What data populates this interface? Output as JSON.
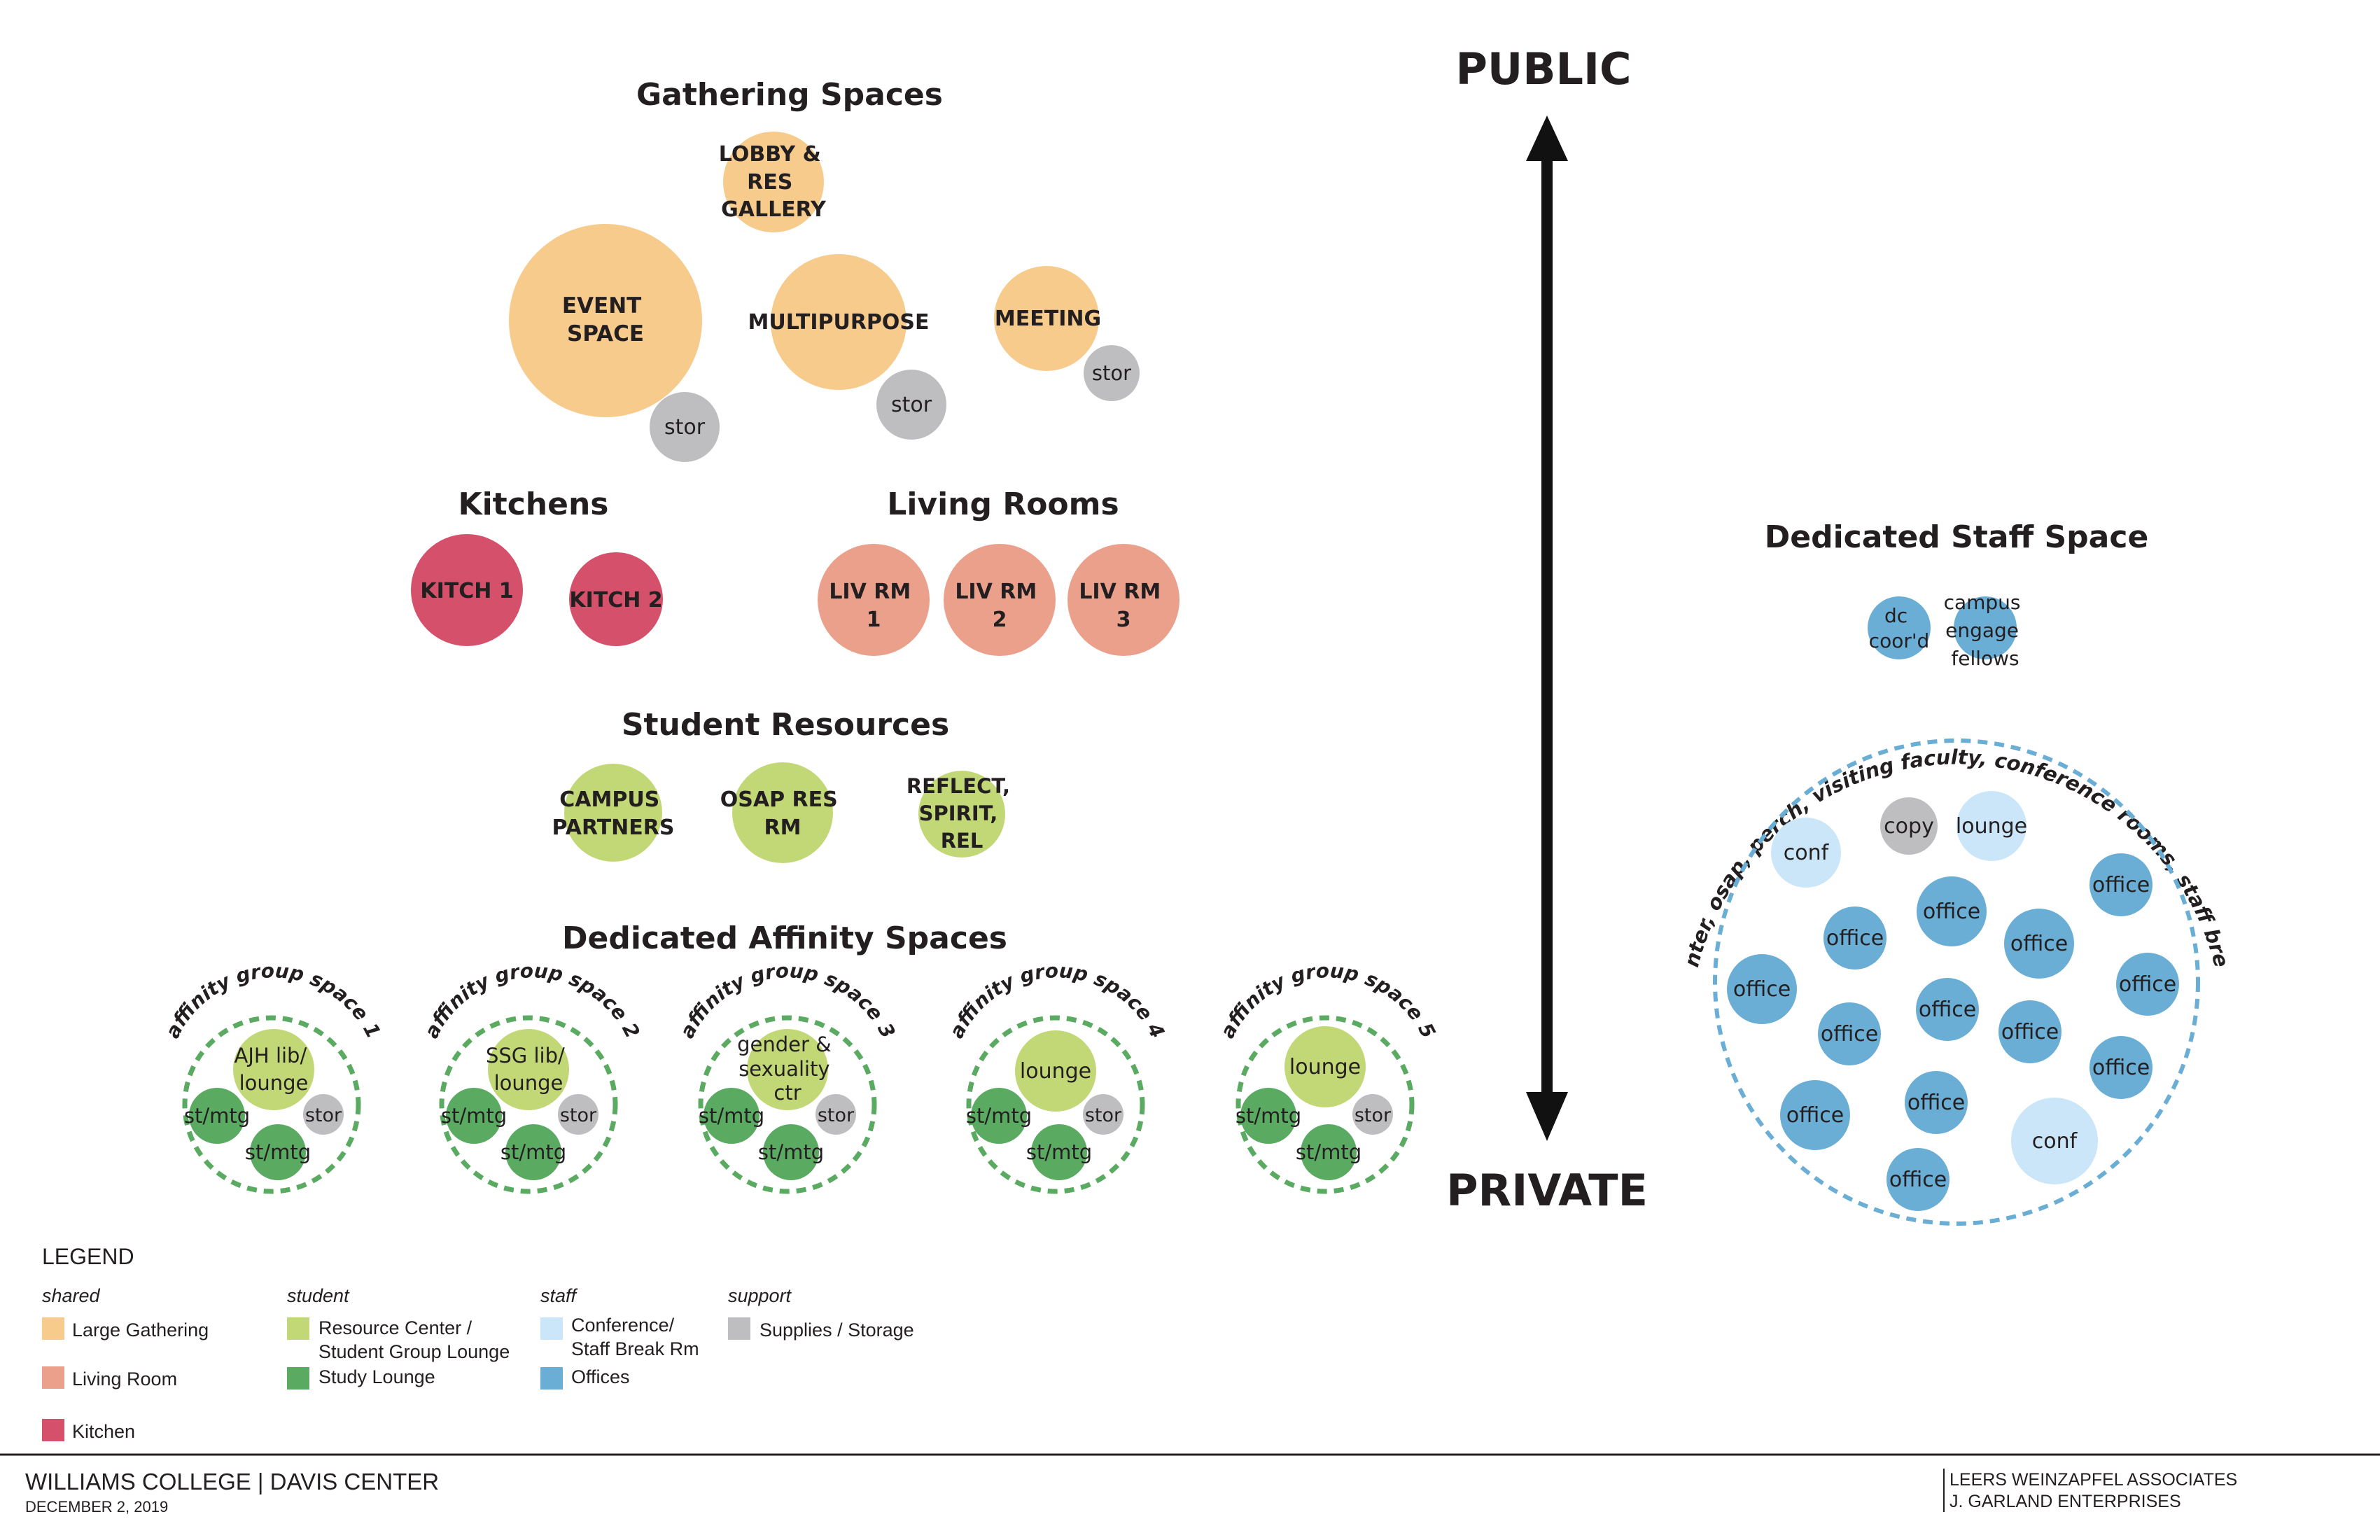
{
  "colors": {
    "large_gathering": "#f7cb8c",
    "living_room": "#eba08c",
    "kitchen": "#d5506a",
    "resource_center": "#c2d877",
    "study_lounge": "#5aaa62",
    "conference": "#cbe6f8",
    "offices": "#6aadd5",
    "storage": "#bebec0",
    "affinity_ring": "#5aaa62",
    "staff_ring": "#6aadd5"
  },
  "axis": {
    "top": "PUBLIC",
    "bottom": "PRIVATE"
  },
  "sections": {
    "gathering": "Gathering Spaces",
    "kitchens": "Kitchens",
    "living_rooms": "Living Rooms",
    "student_resources": "Student Resources",
    "affinity": "Dedicated Affinity Spaces",
    "staff": "Dedicated Staff Space"
  },
  "gathering": {
    "lobby": [
      "LOBBY &",
      "RES",
      "GALLERY"
    ],
    "event": [
      "EVENT",
      "SPACE"
    ],
    "event_stor": "stor",
    "multipurpose": "MULTIPURPOSE",
    "multipurpose_stor": "stor",
    "meeting": "MEETING",
    "meeting_stor": "stor"
  },
  "kitchens": [
    "KITCH 1",
    "KITCH 2"
  ],
  "living_rooms": [
    [
      "LIV RM",
      "1"
    ],
    [
      "LIV RM",
      "2"
    ],
    [
      "LIV RM",
      "3"
    ]
  ],
  "resources": [
    [
      "CAMPUS",
      "PARTNERS"
    ],
    [
      "OSAP RES",
      "RM"
    ],
    [
      "REFLECT,",
      "SPIRIT,",
      "REL"
    ]
  ],
  "affinity": [
    {
      "title": "affinity group space 1",
      "main": [
        "AJH lib/",
        "lounge"
      ],
      "st1": "st/mtg",
      "st2": "st/mtg",
      "stor": "stor"
    },
    {
      "title": "affinity group space 2",
      "main": [
        "SSG lib/",
        "lounge"
      ],
      "st1": "st/mtg",
      "st2": "st/mtg",
      "stor": "stor"
    },
    {
      "title": "affinity group space 3",
      "main": [
        "gender &",
        "sexuality",
        "ctr"
      ],
      "st1": "st/mtg",
      "st2": "st/mtg",
      "stor": "stor"
    },
    {
      "title": "affinity group space 4",
      "main": [
        "lounge"
      ],
      "st1": "st/mtg",
      "st2": "st/mtg",
      "stor": "stor"
    },
    {
      "title": "affinity group space 5",
      "main": [
        "lounge"
      ],
      "st1": "st/mtg",
      "st2": "st/mtg",
      "stor": "stor"
    }
  ],
  "staff": {
    "dc": [
      "dc",
      "coor'd"
    ],
    "fellows": [
      "campus",
      "engage",
      "fellows"
    ],
    "ring_title": "davis center, osap, perch, visiting faculty, conference rooms, staff break room",
    "conf": "conf",
    "copy": "copy",
    "lounge": "lounge",
    "office": "office"
  },
  "legend": {
    "title": "LEGEND",
    "cat_shared": "shared",
    "cat_student": "student",
    "cat_staff": "staff",
    "cat_support": "support",
    "large_gathering": "Large Gathering",
    "living_room": "Living Room",
    "kitchen": "Kitchen",
    "resource_center": [
      "Resource Center /",
      "Student Group Lounge"
    ],
    "study_lounge": "Study Lounge",
    "conference": [
      "Conference/",
      "Staff Break Rm"
    ],
    "offices": "Offices",
    "storage": "Supplies / Storage"
  },
  "footer": {
    "title": "WILLIAMS COLLEGE | DAVIS CENTER",
    "date": "DECEMBER 2, 2019",
    "firm1": "LEERS WEINZAPFEL ASSOCIATES",
    "firm2": "J. GARLAND ENTERPRISES"
  }
}
